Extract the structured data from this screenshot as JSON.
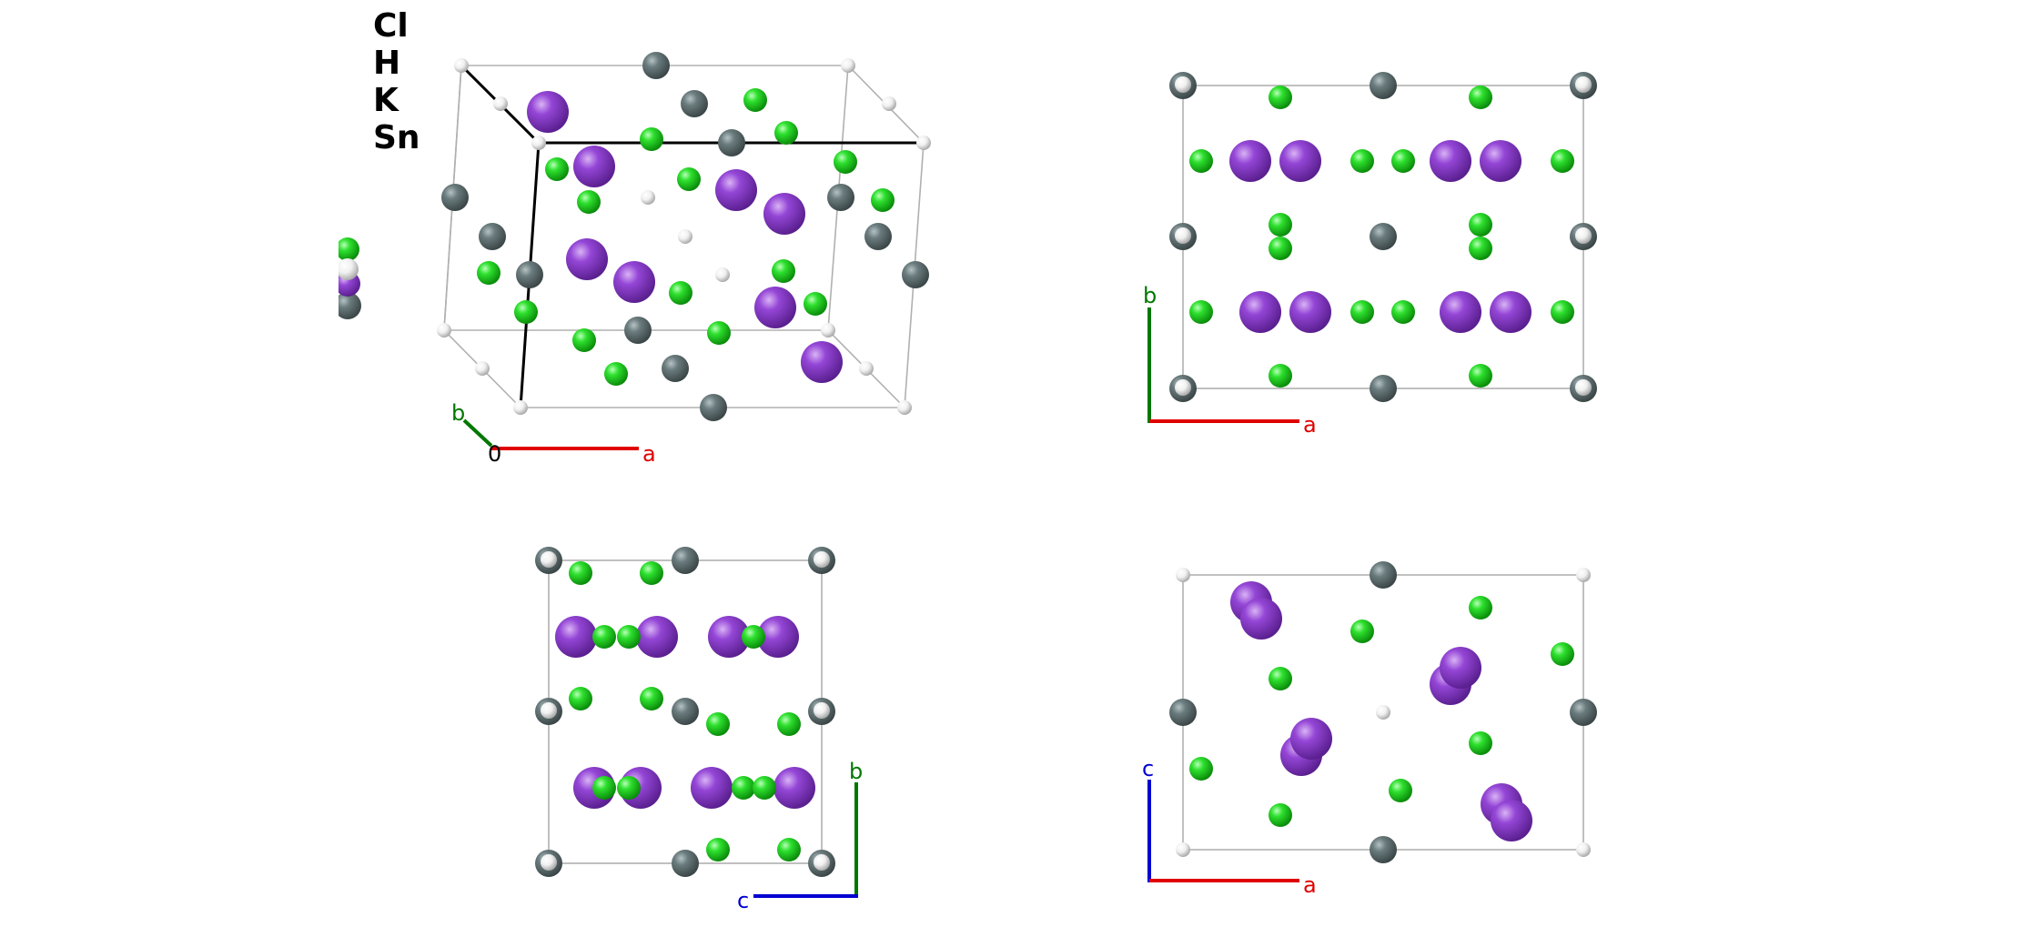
{
  "legend": {
    "elements": [
      "Cl",
      "H",
      "K",
      "Sn"
    ]
  },
  "element_colors": {
    "Cl": "#1fd81f",
    "H": "#f2f2f2",
    "K": "#8f40d4",
    "Sn": "#66787a"
  },
  "axes": {
    "perspective": {
      "b": "b",
      "origin": "0",
      "a": "a"
    },
    "ab": {
      "b": "b",
      "a": "a"
    },
    "cb": {
      "b": "b",
      "c": "c"
    },
    "ac": {
      "c": "c",
      "a": "a"
    }
  },
  "axis_colors": {
    "a": "#e00000",
    "b": "#007800",
    "c": "#0000d0"
  }
}
